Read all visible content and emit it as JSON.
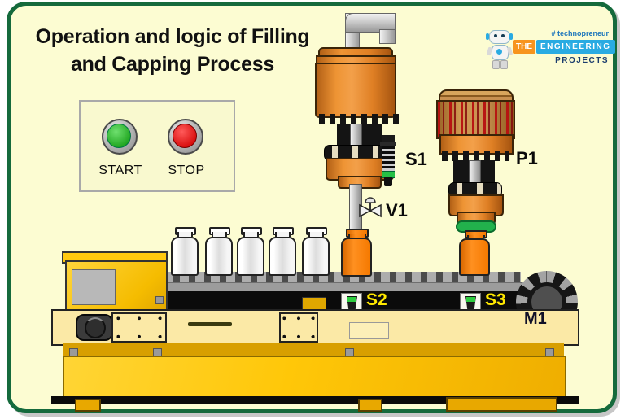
{
  "header": {
    "title_line1": "Operation and logic of Filling",
    "title_line2": "and Capping Process"
  },
  "logo": {
    "tagline": "# technopreneur",
    "the": "THE",
    "engineering": "ENGINEERING",
    "projects": "PROJECTS"
  },
  "control_panel": {
    "start": "START",
    "stop": "STOP"
  },
  "station_labels": {
    "level_sensor": "S1",
    "filling_valve": "V1",
    "capping_piston": "P1",
    "bottle_sensor_filling": "S2",
    "bottle_sensor_capping": "S3",
    "conveyor_motor": "M1"
  },
  "process": {
    "empty_bottles": 5,
    "filled_bottles": 2
  },
  "colors": {
    "frame_border": "#156A3C",
    "background": "#FCFCD2",
    "machine_gold": "#FFC70A",
    "rail_yellow": "#FBE9A6",
    "filler_orange": "#E8862C",
    "capper_tan": "#C89050",
    "stripe_red": "#B71010",
    "start_green": "#2DB82D",
    "stop_red": "#E01010",
    "cap_green": "#22B14C",
    "bottle_orange": "#F57900",
    "sensor_label_yellow": "#FFE800"
  }
}
